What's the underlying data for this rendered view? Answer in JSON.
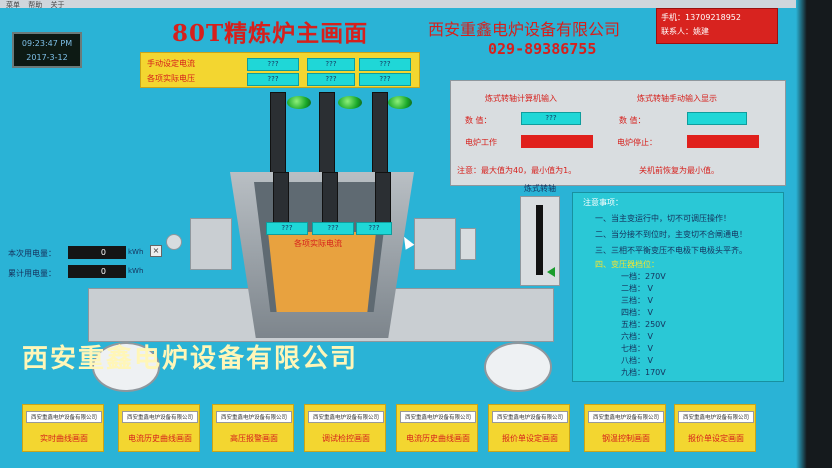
{
  "menubar": [
    "菜单",
    "帮助",
    "关于"
  ],
  "clock": {
    "time": "09:23:47 PM",
    "date": "2017-3-12"
  },
  "header": {
    "title": "80T精炼炉主画面",
    "company": "西安重鑫电炉设备有限公司",
    "phone": "029-89386755"
  },
  "contact": {
    "mobile": "手机：13709218952",
    "person": "联系人：姚建"
  },
  "setpanel": {
    "manual_current_label": "手动设定电流",
    "actual_voltage_label": "各项实际电压",
    "current_values": [
      "???",
      "???",
      "???"
    ],
    "voltage_values": [
      "???",
      "???",
      "???"
    ]
  },
  "furnace": {
    "actual_current_label": "各项实际电流",
    "current_values": [
      "???",
      "???",
      "???"
    ]
  },
  "energy": {
    "this_label": "本次用电量：",
    "this_value": "0",
    "total_label": "累计用电量：",
    "total_value": "0",
    "unit": "kWh",
    "close_icon": "×"
  },
  "tilt": {
    "computer_input_title": "炼式转轴计算机输入",
    "manual_input_title": "炼式转轴手动输入显示",
    "value_label": "数   值：",
    "computer_value": "???",
    "manual_value_label": "数   值：",
    "furnace_working": "电炉工作",
    "furnace_stopped": "电炉停止：",
    "note": "注意：最大值为40，最小值为1。",
    "restore_note": "关机前恢复为最小值。"
  },
  "gauge_label": "炼式转轴",
  "notes": {
    "title": "注意事项：",
    "items": [
      "一、当主变运行中，切不可调压操作！",
      "二、当分接不到位时，主变切不合闸通电！",
      "三、三相不平衡变压不电极下电极头平齐。"
    ],
    "voltage_title": "四、变压器档位：",
    "levels": [
      "一档：270V",
      "二档：  V",
      "三档：  V",
      "四档：  V",
      "五档：250V",
      "六档：  V",
      "七档：  V",
      "八档：  V",
      "九档：170V"
    ]
  },
  "watermark": "西安重鑫电炉设备有限公司",
  "nav": {
    "logo_text": "西安重鑫电炉设备有限公司",
    "buttons": [
      "实时曲线画面",
      "电流历史曲线画面",
      "高压报警画面",
      "调试检控画面",
      "电流历史曲线画面",
      "报价单设定画面",
      "钢温控制画面",
      "报价单设定画面"
    ]
  },
  "colors": {
    "background": "#2ab3d6",
    "accent_red": "#d6201c",
    "panel_yellow": "#f3d630",
    "value_cyan": "#1fd7d7"
  }
}
